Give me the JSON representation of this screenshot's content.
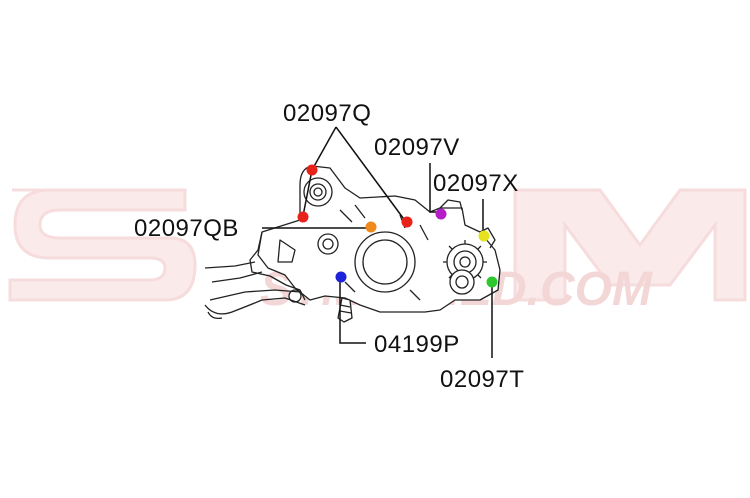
{
  "watermark": {
    "text": "STM",
    "subtext": "STMTUNED.COM"
  },
  "callouts": {
    "q": "02097Q",
    "v": "02097V",
    "x": "02097X",
    "qb": "02097QB",
    "p": "04199P",
    "t": "02097T"
  },
  "dot_colors": {
    "q": "#e8221b",
    "qb": "#f08a1c",
    "v": "#b41ec8",
    "x": "#e6e21e",
    "p": "#1e22d8",
    "t": "#2ec82e"
  }
}
